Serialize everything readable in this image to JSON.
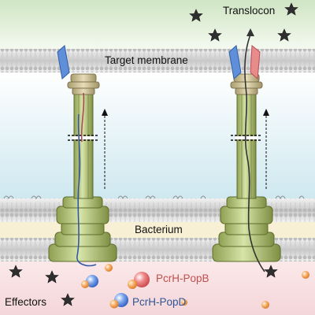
{
  "labels": {
    "translocon": "Translocon",
    "target_membrane": "Target membrane",
    "bacterium": "Bacterium",
    "pcrh_popb": "PcrH-PopB",
    "pcrh_popd": "PcrH-PopD",
    "effectors": "Effectors"
  },
  "colors": {
    "top_band": "#dcebd2",
    "middle_band": "#d9ecf2",
    "bottom_band": "#f3d9dc",
    "membrane_fill": "#d6d6d6",
    "membrane_line": "#9c9c9c",
    "needle_green": "#b8c98a",
    "needle_dark": "#6f7f3c",
    "tip_tan": "#cfc39a",
    "translocon_blue": "#5f8fd8",
    "translocon_red": "#e88b8b",
    "effector_star": "#333333",
    "popb_label": "#c0504d",
    "popd_label": "#2f5597",
    "chain_red": "#b0485a",
    "chain_blue": "#3359a6",
    "chain_dark": "#333333",
    "effector_ball": "#f0a35a"
  },
  "icons": {
    "effector": "star-icon",
    "chaperone_complex": "sphere-pair-icon",
    "needle": "injectisome-icon",
    "direction": "dashed-arrow-icon"
  }
}
